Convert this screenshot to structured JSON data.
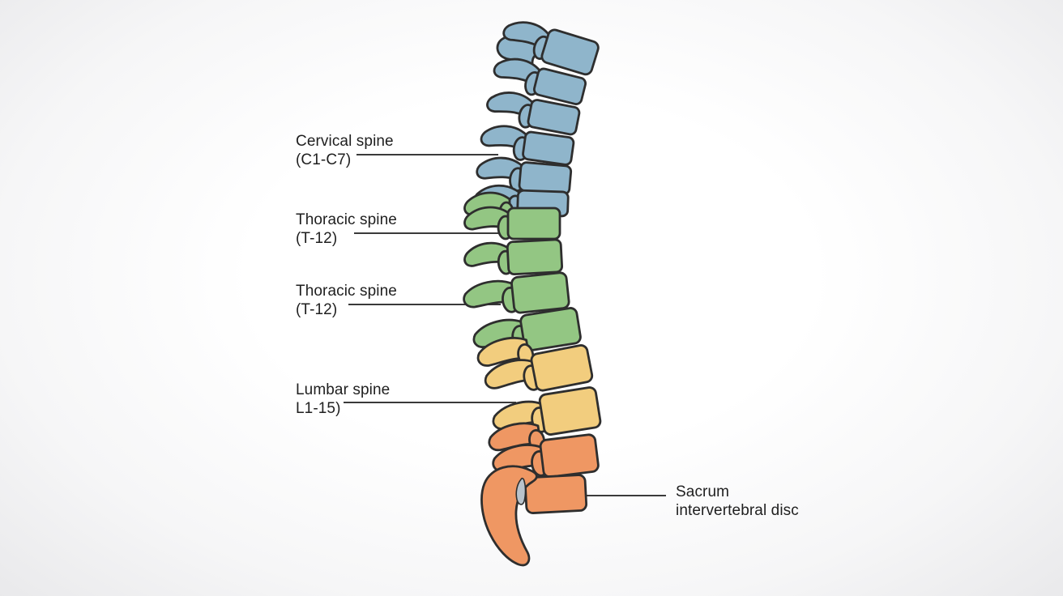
{
  "diagram": {
    "subject": "spinal-column-side-view"
  },
  "colors": {
    "cervical": "#8FB5CB",
    "thoracic": "#93C683",
    "lumbar": "#F2CD7E",
    "sacrum": "#EF9763",
    "disc_sliver": "#B9C3CC",
    "outline": "#2E2E2E",
    "leader_line": "#3A3A3A",
    "text": "#1F1F1F"
  },
  "callouts": [
    {
      "id": "cervical",
      "line1": "Cervical spine",
      "line2": "(C1-C7)"
    },
    {
      "id": "thoracic-upper",
      "line1": "Thoracic spine",
      "line2": "(T-12)"
    },
    {
      "id": "thoracic-lower",
      "line1": "Thoracic spine",
      "line2": "(T-12)"
    },
    {
      "id": "lumbar",
      "line1": "Lumbar spine",
      "line2": "L1-15)"
    },
    {
      "id": "sacrum",
      "line1": "Sacrum",
      "line2": "intervertebral disc"
    }
  ]
}
